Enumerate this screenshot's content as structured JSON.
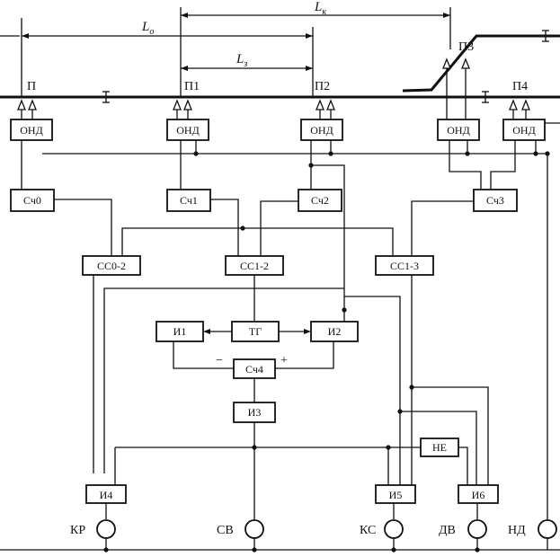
{
  "dimensions": {
    "L_o": {
      "letter": "L",
      "sub": "о"
    },
    "L_k": {
      "letter": "L",
      "sub": "к"
    },
    "L_z": {
      "letter": "L",
      "sub": "з"
    }
  },
  "sensors": {
    "p": "П",
    "p1": "П1",
    "p2": "П2",
    "p3": "П3",
    "p4": "П4"
  },
  "blocks": {
    "ond": "ОНД",
    "sch0": "Сч0",
    "sch1": "Сч1",
    "sch2": "Сч2",
    "sch3": "Сч3",
    "ss02": "СС0-2",
    "ss12": "СС1-2",
    "ss13": "СС1-3",
    "i1": "И1",
    "tg": "ТГ",
    "i2": "И2",
    "sch4": "Сч4",
    "minus": "−",
    "plus": "+",
    "i3": "И3",
    "ne": "НЕ",
    "i4": "И4",
    "i5": "И5",
    "i6": "И6"
  },
  "outputs": {
    "kr": "КР",
    "sv": "СВ",
    "ks": "КС",
    "dv": "ДВ",
    "nd": "НД"
  }
}
